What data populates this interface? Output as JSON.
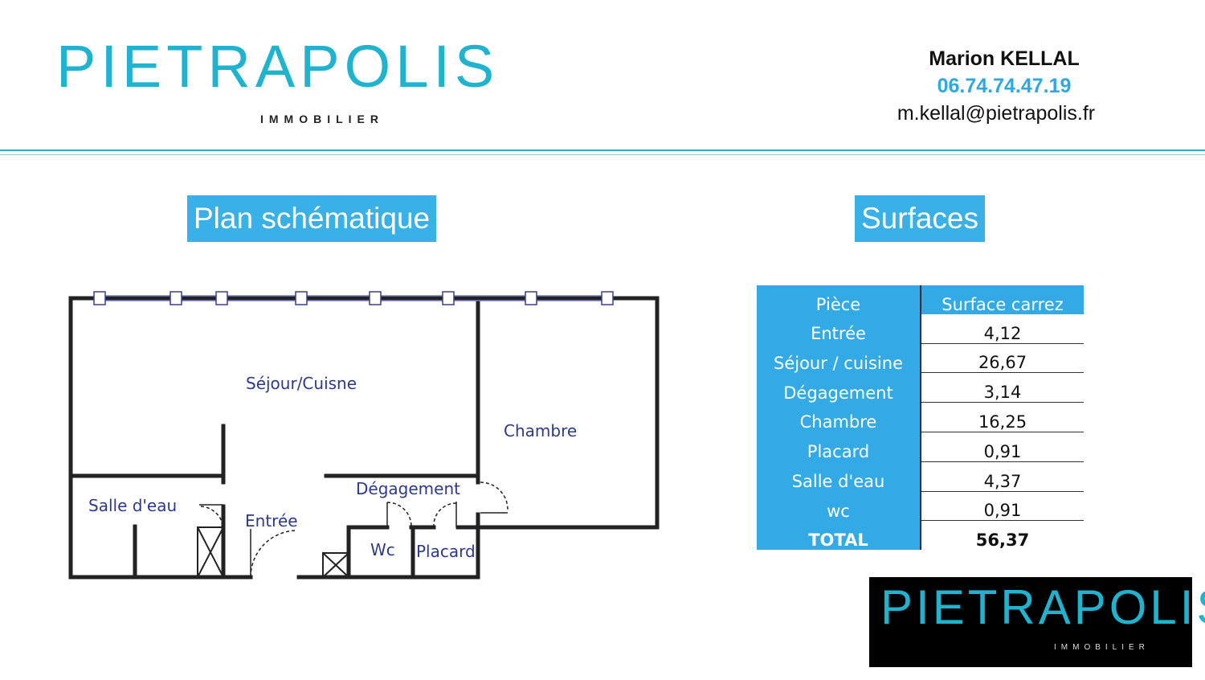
{
  "header": {
    "logo_text": "PIETRAPOLIS",
    "logo_subtext": "IMMOBILIER",
    "contact_name": "Marion KELLAL",
    "contact_phone": "06.74.74.47.19",
    "contact_email": "m.kellal@pietrapolis.fr"
  },
  "plan": {
    "title": "Plan schématique",
    "rooms": {
      "sejour": "Séjour/Cuisne",
      "chambre": "Chambre",
      "salle_eau": "Salle d'eau",
      "entree": "Entrée",
      "degagement": "Dégagement",
      "wc": "Wc",
      "placard": "Placard"
    }
  },
  "surfaces": {
    "title": "Surfaces",
    "columns": [
      "Pièce",
      "Surface carrez"
    ],
    "rows": [
      {
        "piece": "Entrée",
        "surface": "4,12"
      },
      {
        "piece": "Séjour / cuisine",
        "surface": "26,67"
      },
      {
        "piece": "Dégagement",
        "surface": "3,14"
      },
      {
        "piece": "Chambre",
        "surface": "16,25"
      },
      {
        "piece": "Placard",
        "surface": "0,91"
      },
      {
        "piece": "Salle d'eau",
        "surface": "4,37"
      },
      {
        "piece": "wc",
        "surface": "0,91"
      }
    ],
    "total_label": "TOTAL",
    "total_value": "56,37"
  },
  "footer_logo": {
    "logo_text": "PIETRAPOLIS",
    "logo_subtext": "IMMOBILIER"
  },
  "colors": {
    "brand_teal": "#1fb3cf",
    "heading_blue": "#3ab0e8",
    "phone_blue": "#2ea8de"
  }
}
